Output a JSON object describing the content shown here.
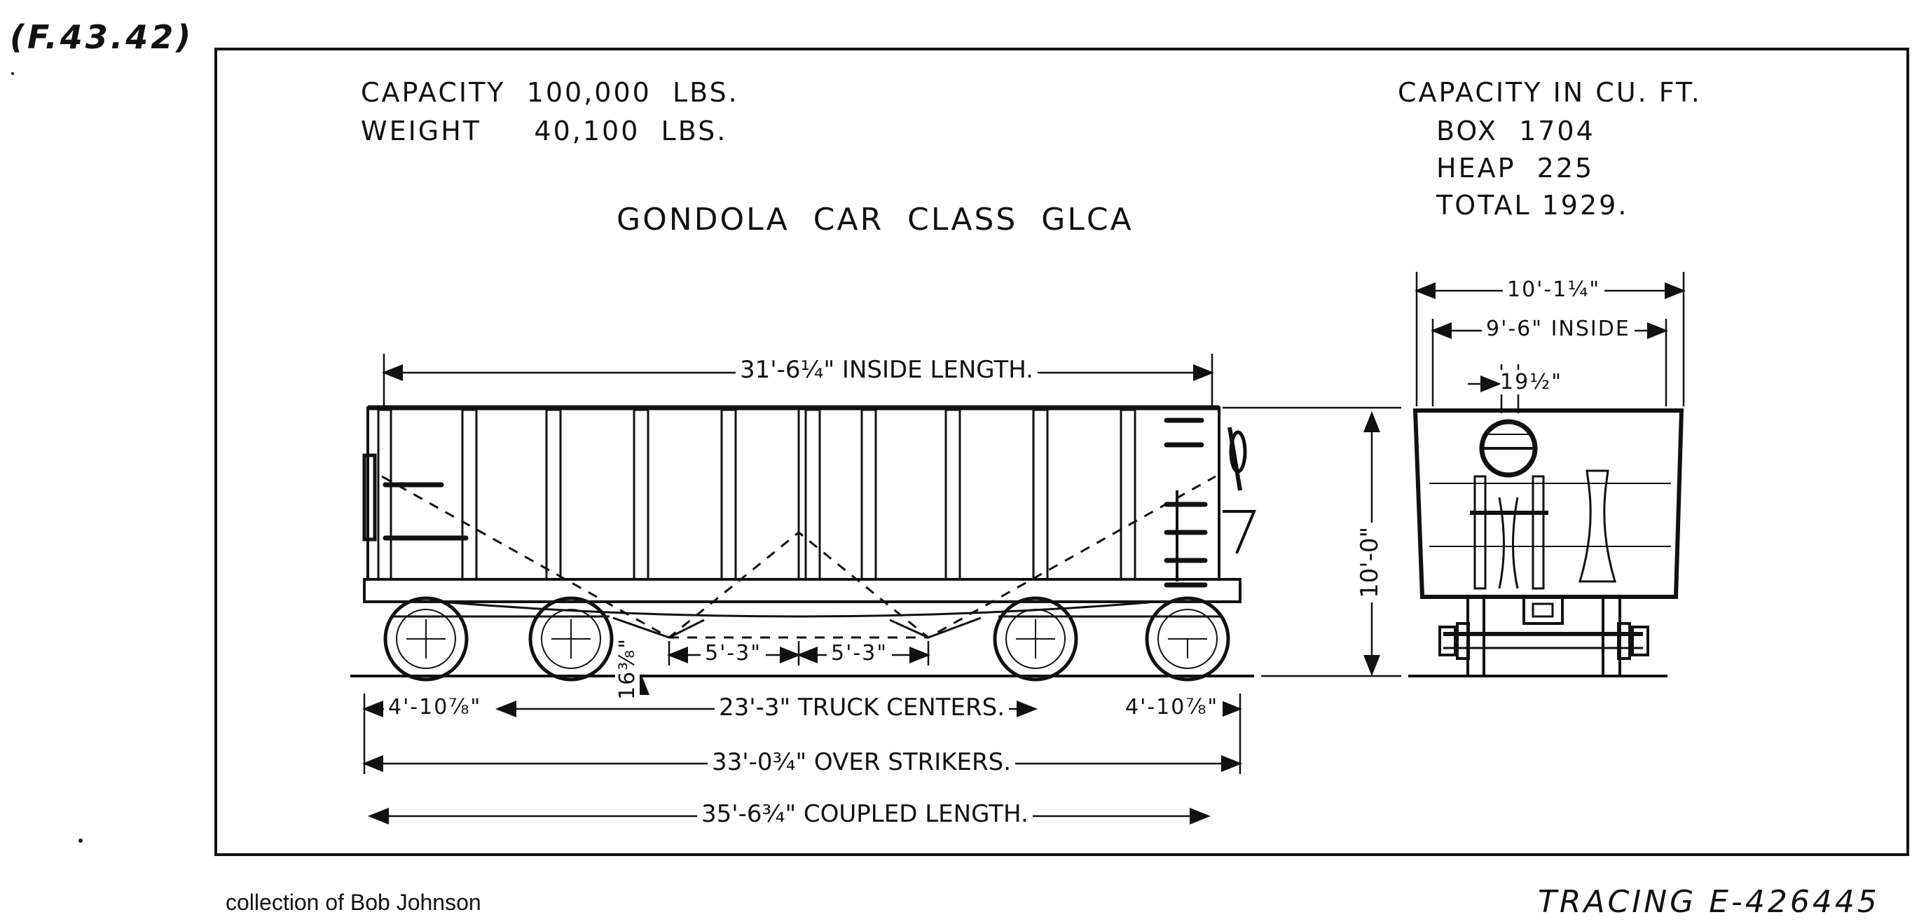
{
  "sheet_ref": "(F.43.42)",
  "specs": {
    "capacity": "CAPACITY  100,000  LBS.",
    "weight": "WEIGHT     40,100  LBS."
  },
  "title": "GONDOLA  CAR  CLASS  GLCA",
  "cubic": {
    "heading": "CAPACITY IN CU. FT.",
    "box": "BOX  1704",
    "heap": "HEAP  225",
    "total": "TOTAL 1929."
  },
  "dimensions": {
    "inside_length": "31'-6¼\" INSIDE LENGTH.",
    "half_left": "5'-3\"",
    "half_right": "5'-3\"",
    "end_left": "4'-10⅞\"",
    "end_right": "4'-10⅞\"",
    "height_rail": "16⅜\"",
    "truck_centers": "23'-3\" TRUCK CENTERS.",
    "over_strikers": "33'-0¾\" OVER STRIKERS.",
    "coupled_length": "35'-6¾\" COUPLED LENGTH.",
    "height": "10'-0\"",
    "width_outside": "10'-1¼\"",
    "width_inside": "9'-6\" INSIDE",
    "wheel_gauge": "19½\""
  },
  "credit": "collection of Bob Johnson",
  "tracing": "TRACING E-426445"
}
